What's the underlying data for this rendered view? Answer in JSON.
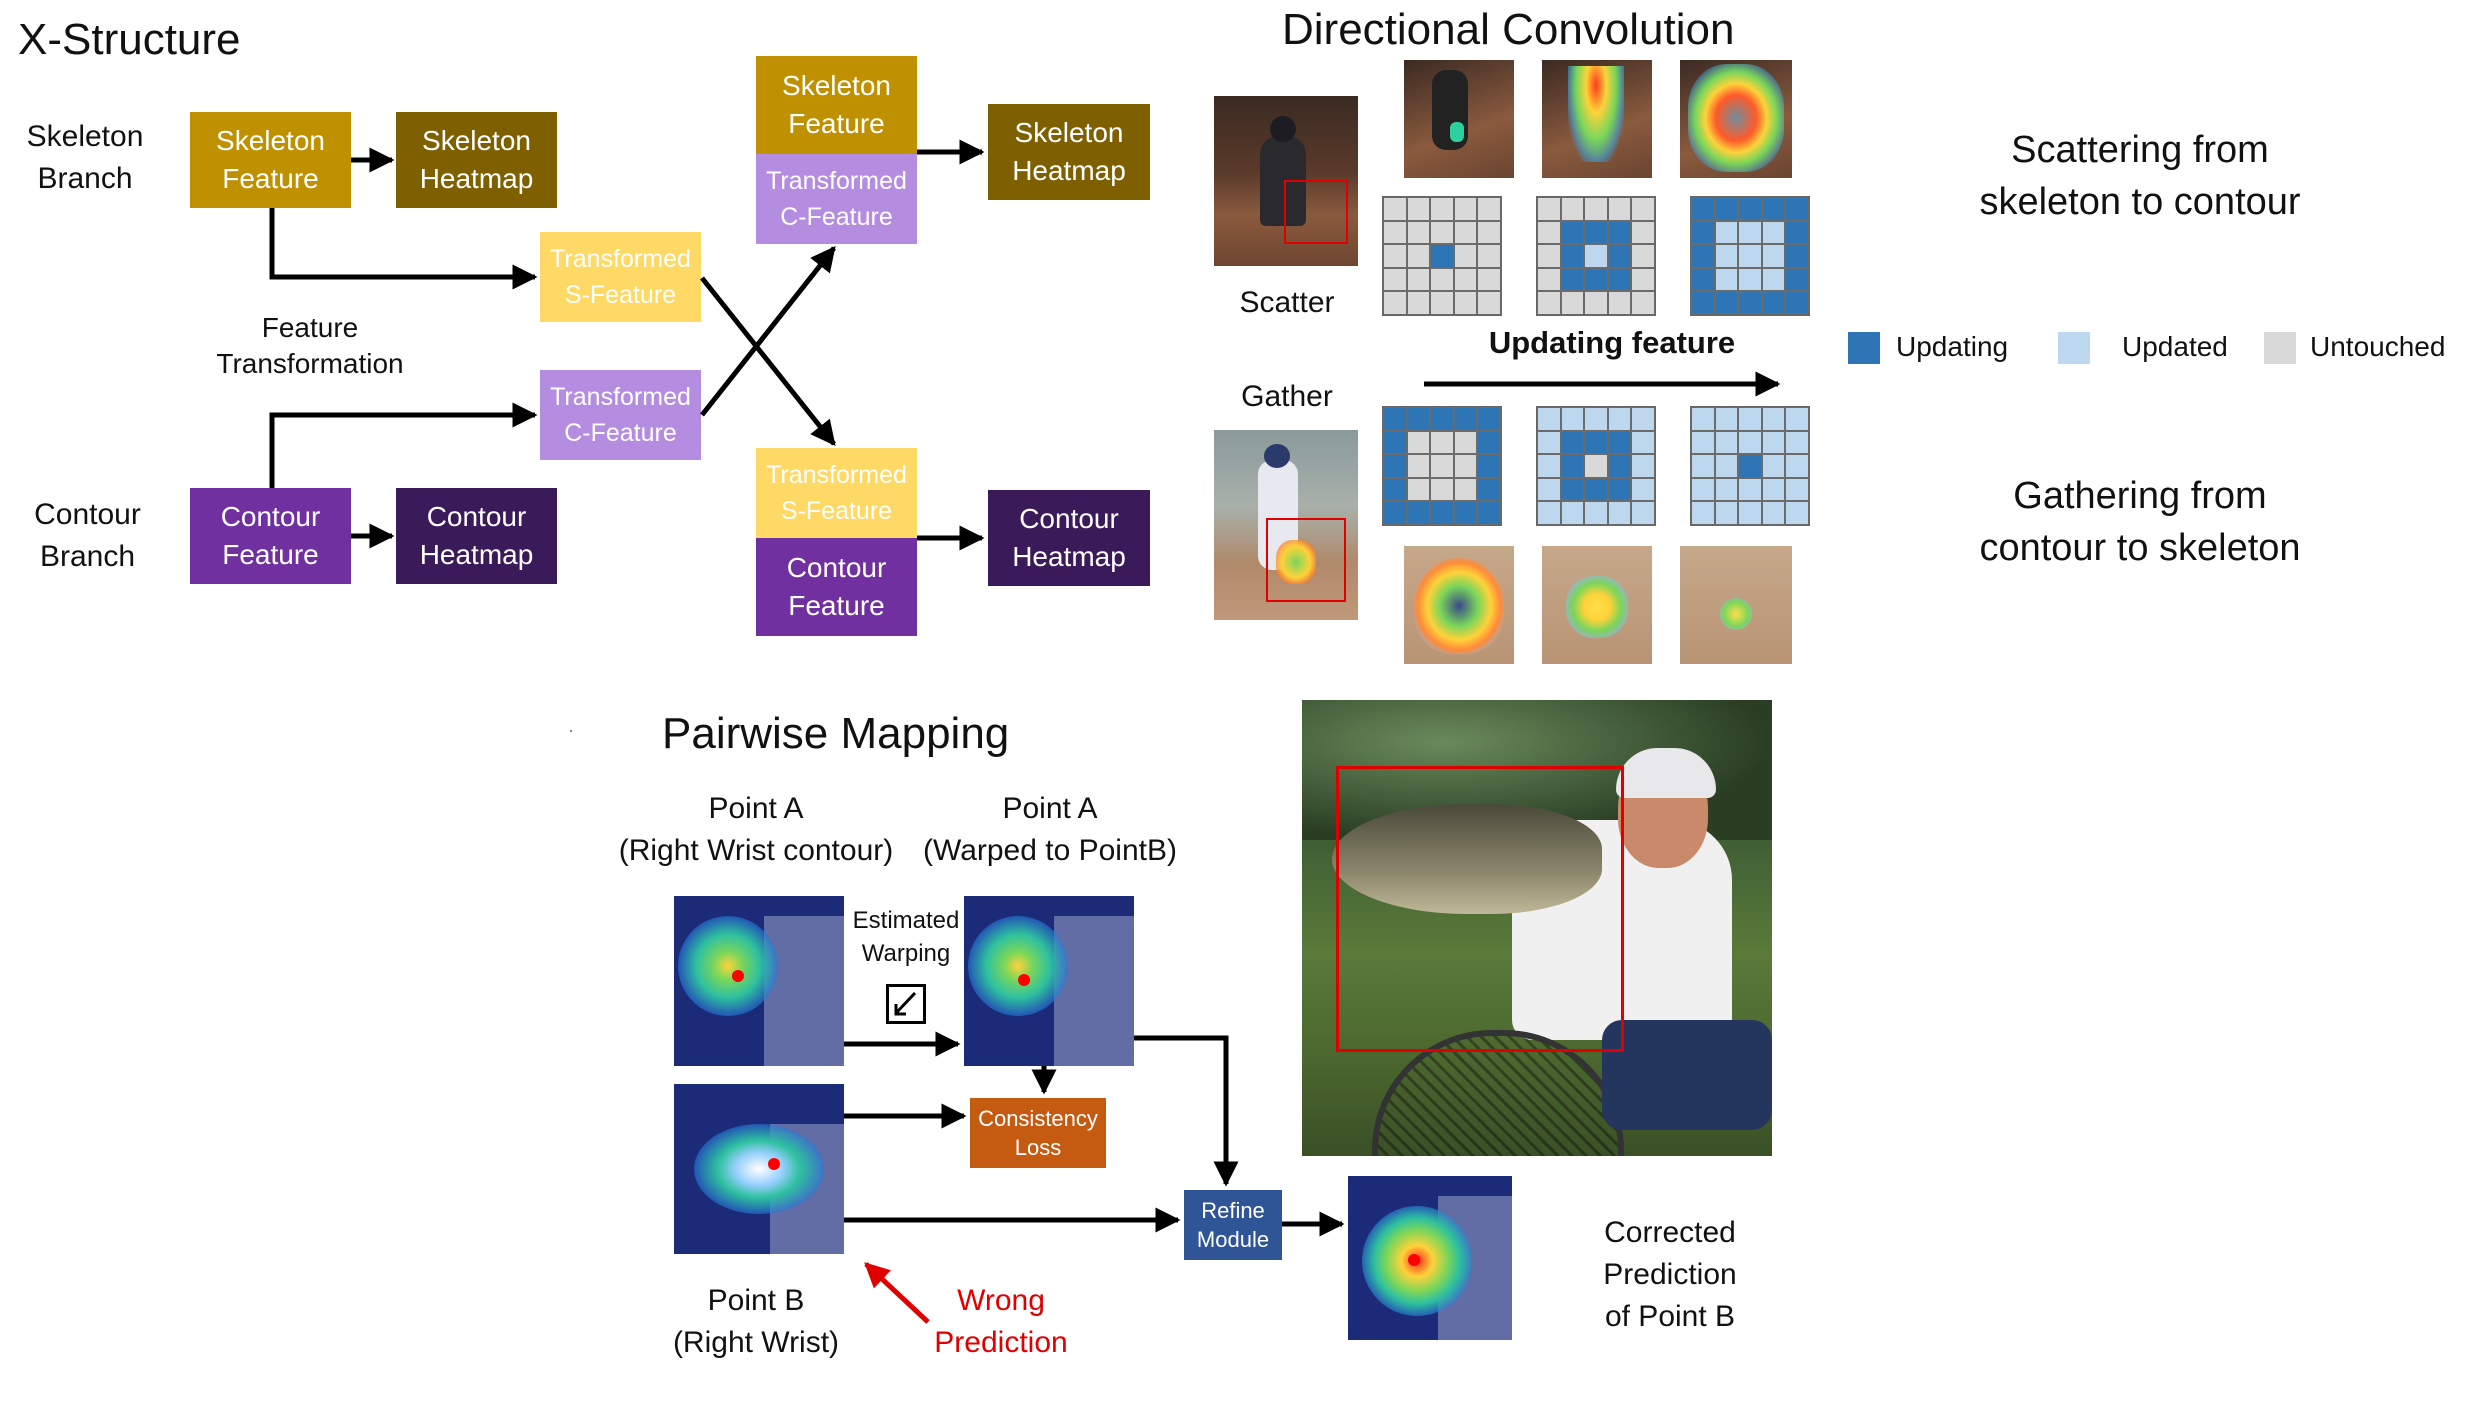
{
  "xstructure": {
    "title": "X-Structure",
    "skeleton_branch": "Skeleton\nBranch",
    "contour_branch": "Contour\nBranch",
    "feature_transformation": "Feature\nTransformation",
    "skeleton_feature": "Skeleton\nFeature",
    "skeleton_heatmap": "Skeleton\nHeatmap",
    "contour_feature": "Contour\nFeature",
    "contour_heatmap": "Contour\nHeatmap",
    "transformed_s": "Transformed\nS-Feature",
    "transformed_c": "Transformed\nC-Feature",
    "out_skeleton_feature": "Skeleton\nFeature",
    "out_transformed_c": "Transformed\nC-Feature",
    "out_skeleton_heatmap": "Skeleton\nHeatmap",
    "out_transformed_s": "Transformed\nS-Feature",
    "out_contour_feature": "Contour\nFeature",
    "out_contour_heatmap": "Contour\nHeatmap"
  },
  "directional": {
    "title": "Directional Convolution",
    "scatter": "Scatter",
    "gather": "Gather",
    "updating_feature": "Updating feature",
    "scatter_caption": "Scattering from\nskeleton to contour",
    "gather_caption": "Gathering from\ncontour to skeleton",
    "legend": [
      {
        "label": "Updating",
        "color": "#2e75b6"
      },
      {
        "label": "Updated",
        "color": "#bdd7ee"
      },
      {
        "label": "Untouched",
        "color": "#d9d9d9"
      }
    ]
  },
  "pairwise": {
    "title": "Pairwise Mapping",
    "point_a": "Point A\n(Right Wrist contour)",
    "point_a_warped": "Point A\n(Warped to PointB)",
    "estimated_warping": "Estimated\nWarping",
    "consistency_loss": "Consistency\nLoss",
    "refine_module": "Refine\nModule",
    "point_b": "Point B\n(Right Wrist)",
    "wrong_prediction": "Wrong\nPrediction",
    "corrected": "Corrected\nPrediction\nof Point B"
  },
  "colors": {
    "skeleton": "#bf9000",
    "skeleton_dark": "#7f6000",
    "contour": "#7030a0",
    "contour_dark": "#3b1a5a",
    "transformed_s": "#ffd966",
    "transformed_c": "#b48ce0",
    "consistency": "#c55a11",
    "refine": "#2f5597",
    "wrong": "#e00000"
  }
}
